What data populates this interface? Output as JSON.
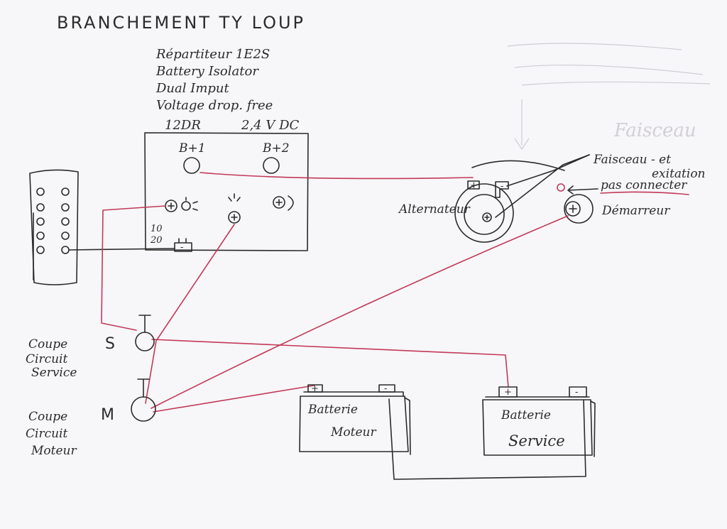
{
  "title": "BRANCHEMENT TY LOUP",
  "isolator": {
    "spec_lines": [
      "Répartiteur 1E2S",
      "Battery Isolator",
      "Dual Imput",
      "Voltage drop. free"
    ],
    "model": "12DR",
    "voltage": "2,4 V DC",
    "terminals": {
      "b1": "B+1",
      "b2": "B+2",
      "plus": "+",
      "rating_10": "10",
      "rating_20": "20",
      "minus": "-"
    }
  },
  "alternator": {
    "label": "Alternateur",
    "plus": "+",
    "minus": "-"
  },
  "starter": {
    "label": "Démarreur",
    "plus": "+"
  },
  "notes": {
    "faisceau_line1": "Faisceau - et",
    "faisceau_line2": "exitation",
    "pas_connecter": "pas connecter",
    "faint_faisceau": "Faisceau"
  },
  "switch_service": {
    "letter": "S",
    "label_lines": [
      "Coupe",
      "Circuit",
      "Service"
    ]
  },
  "switch_moteur": {
    "letter": "M",
    "label_lines": [
      "Coupe",
      "Circuit",
      "Moteur"
    ]
  },
  "battery_moteur": {
    "line1": "Batterie",
    "line2": "Moteur",
    "plus": "+",
    "minus": "-"
  },
  "battery_service": {
    "line1": "Batterie",
    "line2": "Service",
    "plus": "+",
    "minus": "-"
  },
  "colors": {
    "ink": "#2b2b2b",
    "positive_wire": "#c23a58",
    "paper": "#f7f6f9"
  }
}
